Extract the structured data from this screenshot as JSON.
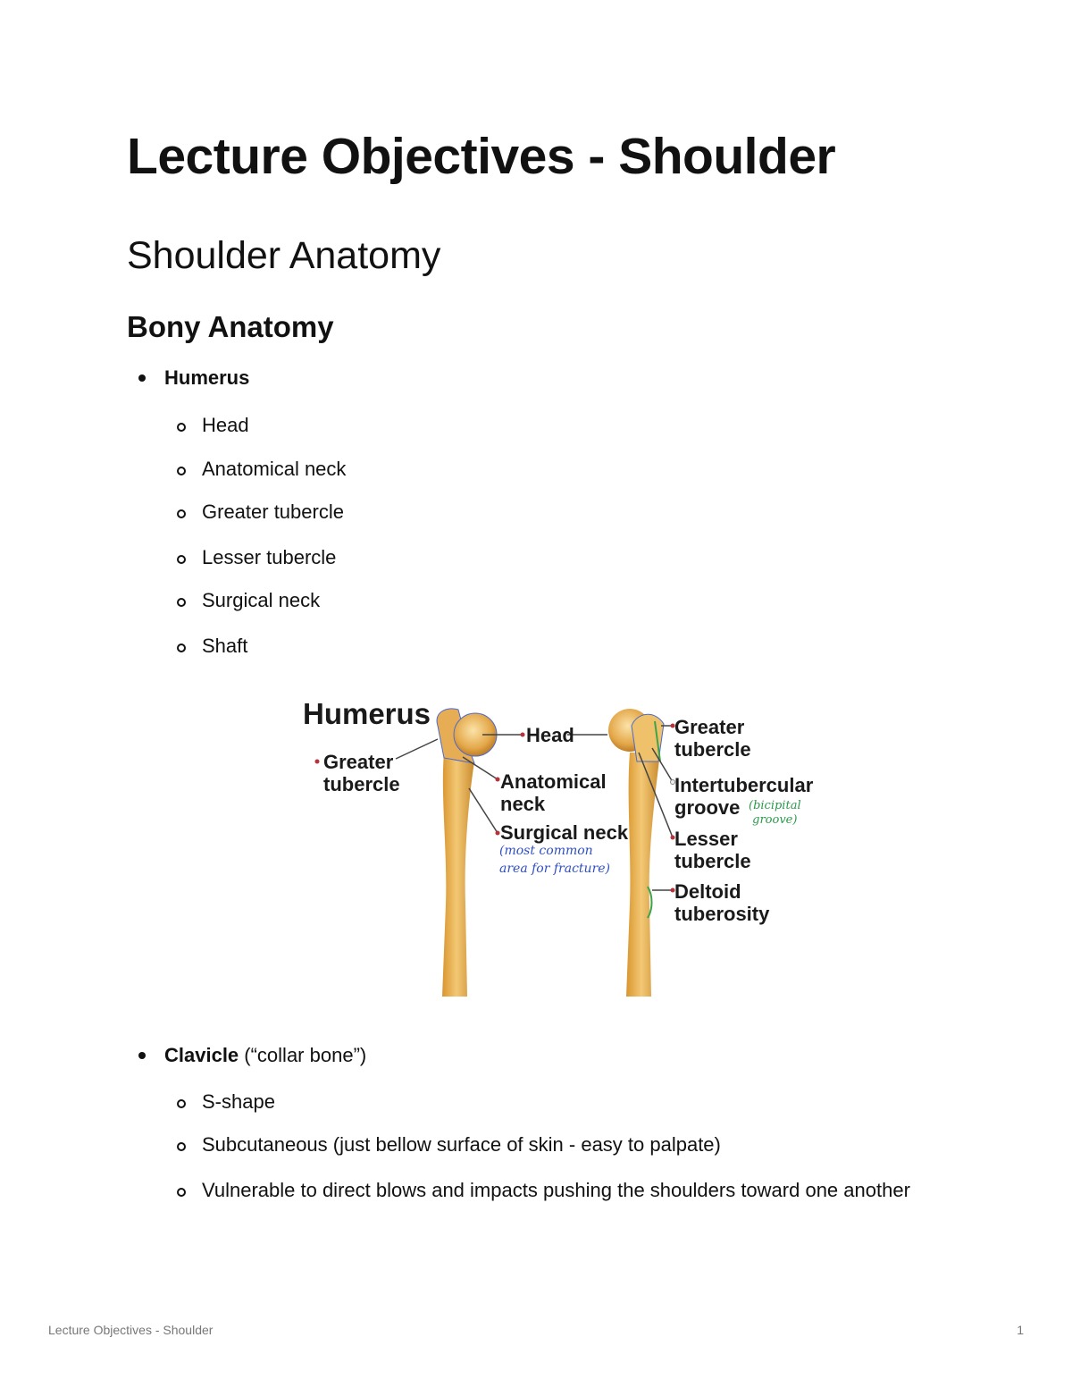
{
  "document": {
    "title": "Lecture Objectives - Shoulder",
    "section": "Shoulder Anatomy",
    "subsection": "Bony Anatomy",
    "humerus": {
      "label": "Humerus",
      "items": [
        "Head",
        "Anatomical neck",
        "Greater tubercle",
        "Lesser tubercle",
        "Surgical neck",
        "Shaft"
      ]
    },
    "figure": {
      "title": "Humerus",
      "left_labels": {
        "greater_tubercle": [
          "Greater",
          "tubercle"
        ],
        "head": "Head",
        "anatomical_neck": [
          "Anatomical",
          "neck"
        ],
        "surgical_neck": "Surgical neck",
        "surgical_note": [
          "(most common",
          "area for fracture)"
        ]
      },
      "right_labels": {
        "greater_tubercle": [
          "Greater",
          "tubercle"
        ],
        "intertubercular_groove": [
          "Intertubercular",
          "groove"
        ],
        "groove_note": [
          "(bicipital",
          "groove)"
        ],
        "lesser_tubercle": [
          "Lesser",
          "tubercle"
        ],
        "deltoid_tuberosity": [
          "Deltoid",
          "tuberosity"
        ]
      },
      "colors": {
        "bone": "#e8b35a",
        "bone_shadow": "#c98a2e",
        "pin": "#b8323a",
        "note_blue": "#2f4fc0",
        "note_green": "#2a9a4a"
      }
    },
    "clavicle": {
      "label": "Clavicle",
      "label_suffix": " (“collar bone”)",
      "items": [
        "S-shape",
        "Subcutaneous (just bellow surface of skin - easy to palpate)",
        "Vulnerable to direct blows and impacts pushing the shoulders toward one another"
      ]
    }
  },
  "footer": {
    "title": "Lecture Objectives - Shoulder",
    "page_number": "1"
  }
}
